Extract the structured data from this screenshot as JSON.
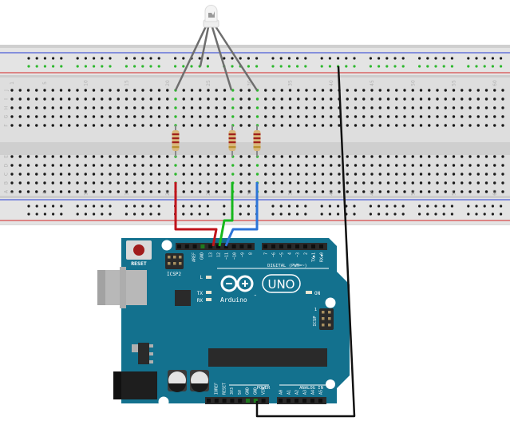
{
  "diagram": {
    "type": "fritzing-breadboard-schematic",
    "description": "RGB LED (common cathode) on breadboard with 3 resistors wired to Arduino UNO digital pins 13, 12, 11 and GND"
  },
  "breadboard": {
    "column_numbers_top": [
      "1",
      "5",
      "10",
      "15",
      "20",
      "25",
      "30",
      "35",
      "40",
      "45",
      "50",
      "55",
      "60"
    ],
    "column_numbers_bottom": [
      "1",
      "5",
      "10",
      "15",
      "20",
      "25",
      "30",
      "35",
      "40",
      "45",
      "50",
      "55",
      "60"
    ],
    "row_letters_top": [
      "J",
      "I",
      "H",
      "G",
      "F"
    ],
    "row_letters_bottom": [
      "E",
      "D",
      "C",
      "B",
      "A"
    ],
    "colors": {
      "body": "#dcdcdc",
      "rail_blue": "#4a5cd6",
      "rail_red": "#d64a4a",
      "hole": "#1a1a1a",
      "hole_active": "#2db82d"
    }
  },
  "components": {
    "led": {
      "label": "RGB LED",
      "legs": 4
    },
    "resistors": [
      {
        "id": "R1",
        "connects": "red"
      },
      {
        "id": "R2",
        "connects": "green"
      },
      {
        "id": "R3",
        "connects": "blue"
      }
    ]
  },
  "wires": [
    {
      "name": "red-wire",
      "color": "#c0141c",
      "from": "breadboard col 21",
      "to": "pin 13"
    },
    {
      "name": "green-wire",
      "color": "#17b81d",
      "from": "breadboard col 28",
      "to": "pin 12"
    },
    {
      "name": "blue-wire",
      "color": "#2c74d8",
      "from": "breadboard col 31",
      "to": "pin ~11"
    },
    {
      "name": "ground-wire",
      "color": "#111111",
      "from": "breadboard power rail",
      "to": "GND (power header)"
    }
  ],
  "arduino": {
    "brand": "Arduino",
    "model": "UNO",
    "trademark": "™",
    "color": "#13718e",
    "reset_label": "RESET",
    "icsp2_label": "ICSP2",
    "icsp_label": "ICSP",
    "icsp_pin1": "1",
    "led_labels": {
      "l": "L",
      "tx": "TX",
      "rx": "RX",
      "on": "ON"
    },
    "digital_label": "DIGITAL (PWM=~)",
    "digital_pins_left": [
      "AREF",
      "GND",
      "13",
      "12",
      "~11",
      "~10",
      "~9",
      "8"
    ],
    "digital_pins_right": [
      "7",
      "~6",
      "~5",
      "4",
      "~3",
      "2",
      "TX▶1",
      "RX◀0"
    ],
    "power_label": "POWER",
    "power_pins": [
      "IOREF",
      "RESET",
      "3V3",
      "5V",
      "GND",
      "GND",
      "VIN"
    ],
    "analog_label": "ANALOG IN",
    "analog_pins": [
      "A0",
      "A1",
      "A2",
      "A3",
      "A4",
      "A5"
    ]
  }
}
